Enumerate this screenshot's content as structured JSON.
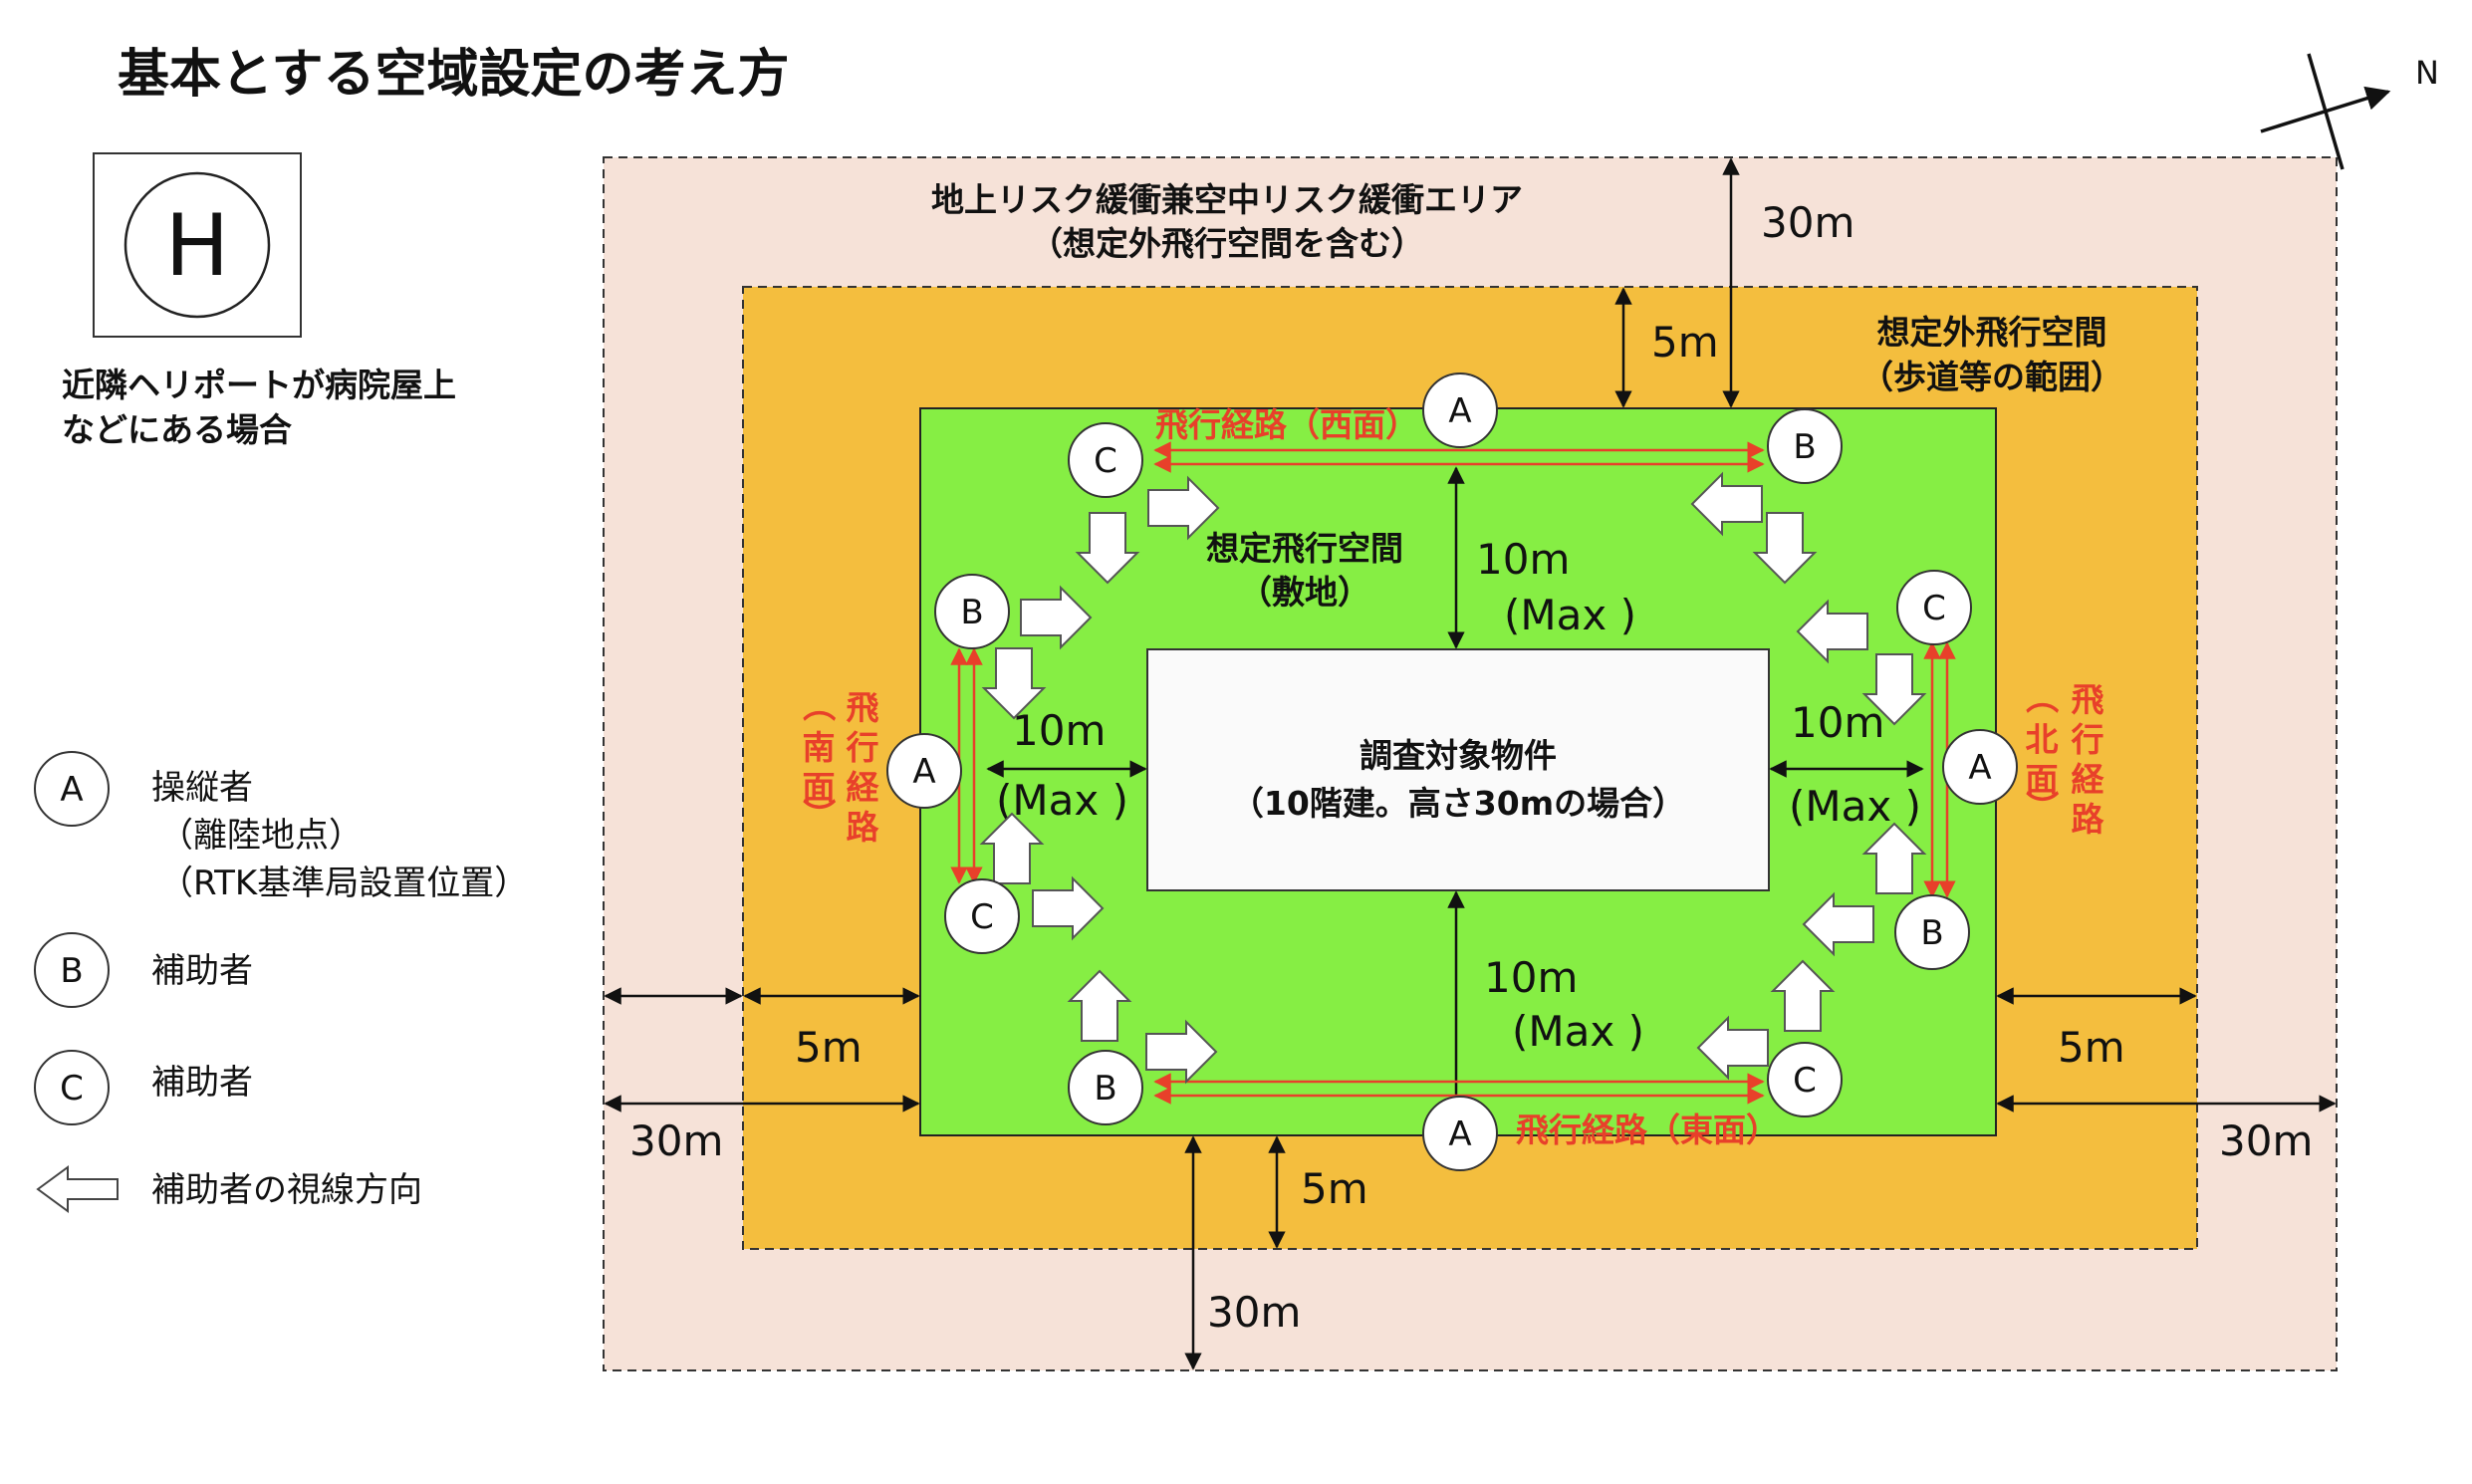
{
  "title": "基本とする空域設定の考え方",
  "compass_label": "N",
  "heliport": {
    "symbol": "H",
    "caption_line1": "近隣ヘリポートが病院屋上",
    "caption_line2": "などにある場合"
  },
  "zones": {
    "outer_line1": "地上リスク緩衝兼空中リスク緩衝エリア",
    "outer_line2": "（想定外飛行空間を含む）",
    "middle_line1": "想定外飛行空間",
    "middle_line2": "（歩道等の範囲）",
    "inner_line1": "想定飛行空間",
    "inner_line2": "（敷地）",
    "building_line1": "調査対象物件",
    "building_line2": "（10階建。高さ30mの場合）"
  },
  "routes": {
    "west": "飛行経路（西面）",
    "east": "飛行経路（東面）",
    "south_chars": [
      "（",
      "飛",
      "行",
      "経",
      "路",
      "南",
      "面",
      "）"
    ],
    "north_chars": [
      "（",
      "飛",
      "行",
      "経",
      "路",
      "北",
      "面",
      "）"
    ]
  },
  "dimensions": {
    "d30": "30m",
    "d5": "5m",
    "d10": "10m",
    "max": "(Max )",
    "max_right": "(Max )"
  },
  "markers": {
    "a": "A",
    "b": "B",
    "c": "C"
  },
  "legend": {
    "a_label": "操縦者",
    "a_sub1": "（離陸地点）",
    "a_sub2": "（RTK基準局設置位置）",
    "b_label": "補助者",
    "c_label": "補助者",
    "arrow_label": "補助者の視線方向"
  },
  "colors": {
    "outer_fill": "#f6e2d8",
    "middle_fill": "#f4be3e",
    "inner_fill": "#86ee44",
    "route_red": "#e8402a"
  }
}
